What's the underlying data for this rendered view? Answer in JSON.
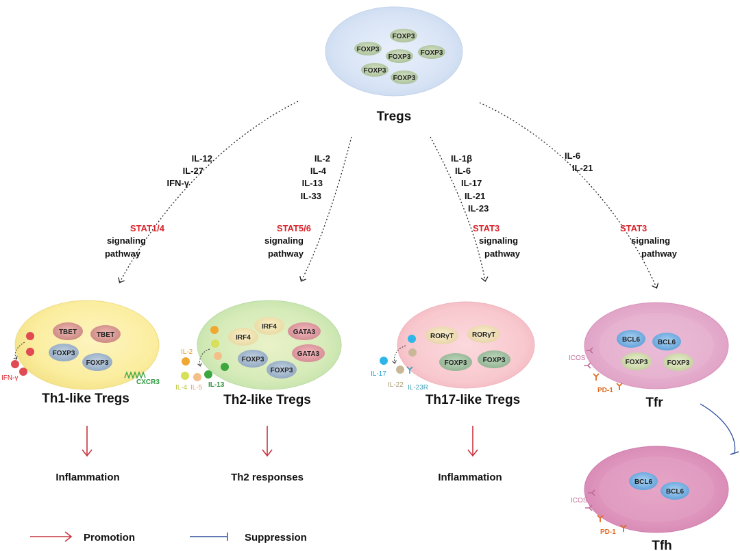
{
  "tregs": {
    "label": "Tregs",
    "nuclei": [
      "FOXP3",
      "FOXP3",
      "FOXP3",
      "FOXP3",
      "FOXP3",
      "FOXP3"
    ]
  },
  "branches": [
    {
      "cytokines": [
        "IL-12",
        "IL-27",
        "IFN-γ"
      ],
      "stat": "STAT1/4",
      "pathway": [
        "signaling",
        "pathway"
      ],
      "cell_label": "Th1-like Tregs",
      "nuclei": [
        "TBET",
        "TBET",
        "FOXP3",
        "FOXP3"
      ],
      "secreted": [
        "IFN-γ"
      ],
      "receptors": [
        "CXCR3"
      ],
      "outcome": "Inflammation"
    },
    {
      "cytokines": [
        "IL-2",
        "IL-4",
        "IL-13",
        "IL-33"
      ],
      "stat": "STAT5/6",
      "pathway": [
        "signaling",
        "pathway"
      ],
      "cell_label": "Th2-like Tregs",
      "nuclei": [
        "IRF4",
        "IRF4",
        "GATA3",
        "FOXP3",
        "GATA3",
        "FOXP3"
      ],
      "secreted": [
        "IL-2",
        "IL-4",
        "IL-5",
        "IL-13"
      ],
      "outcome": "Th2 responses"
    },
    {
      "cytokines": [
        "IL-1β",
        "IL-6",
        "IL-17",
        "IL-21",
        "IL-23"
      ],
      "stat": "STAT3",
      "pathway": [
        "signaling",
        "pathway"
      ],
      "cell_label": "Th17-like Tregs",
      "nuclei": [
        "RORγT",
        "RORγT",
        "FOXP3",
        "FOXP3"
      ],
      "secreted": [
        "IL-17",
        "IL-22"
      ],
      "receptors": [
        "IL-23R"
      ],
      "outcome": "Inflammation"
    },
    {
      "cytokines": [
        "IL-6",
        "IL-21"
      ],
      "stat": "STAT3",
      "pathway": [
        "signaling",
        "pathway"
      ],
      "cell_label": "Tfr",
      "nuclei": [
        "BCL6",
        "BCL6",
        "FOXP3",
        "FOXP3"
      ],
      "receptors": [
        "ICOS",
        "PD-1"
      ]
    }
  ],
  "tfh": {
    "label": "Tfh",
    "nuclei": [
      "BCL6",
      "BCL6"
    ],
    "receptors": [
      "ICOS",
      "PD-1"
    ]
  },
  "legend": {
    "promotion": "Promotion",
    "suppression": "Suppression"
  },
  "colors": {
    "stat_red": "#d8232a",
    "promotion_arrow": "#c9343e",
    "suppression_line": "#2d4f9a",
    "cxcr3_green": "#3aa64a",
    "il23r_teal": "#3a9fb5",
    "icos_pink": "#c06a98",
    "pd1_orange": "#e06a20"
  }
}
